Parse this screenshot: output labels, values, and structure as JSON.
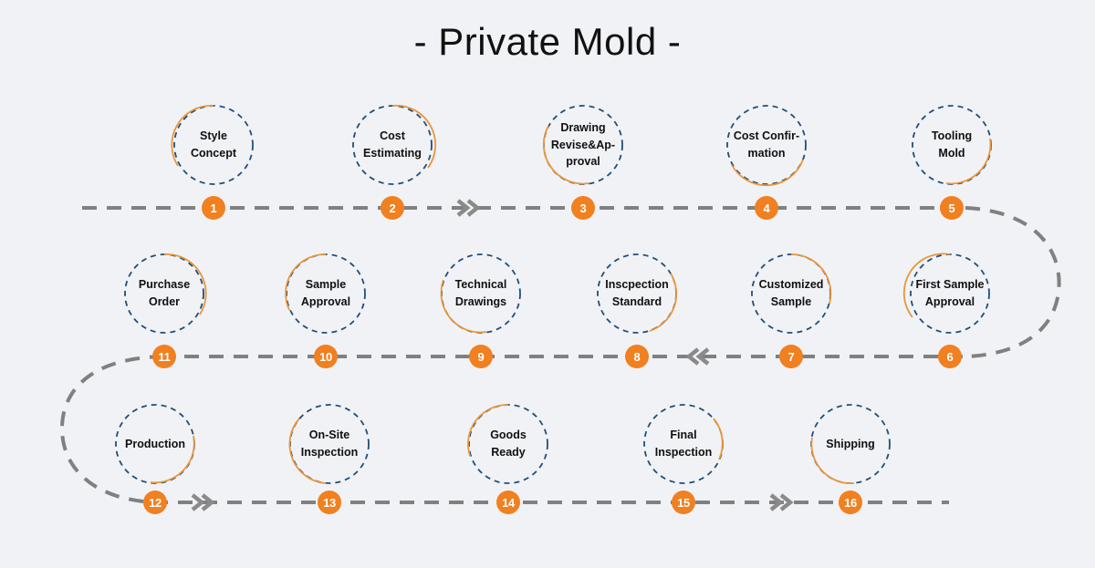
{
  "page": {
    "title": "- Private Mold -",
    "background_color": "#f1f2f6",
    "accent_color": "#f08020",
    "ring_color": "#1f4e79",
    "line_color": "#808080"
  },
  "flow": {
    "rows": [
      {
        "direction": "left-to-right",
        "nodes": [
          {
            "number": "1",
            "label": "Style\nConcept"
          },
          {
            "number": "2",
            "label": "Cost\nEstimating"
          },
          {
            "number": "3",
            "label": "Drawing\nRevise&Ap-\nproval"
          },
          {
            "number": "4",
            "label": "Cost Confir-\nmation"
          },
          {
            "number": "5",
            "label": "Tooling\nMold"
          }
        ]
      },
      {
        "direction": "right-to-left",
        "nodes": [
          {
            "number": "11",
            "label": "Purchase\nOrder"
          },
          {
            "number": "10",
            "label": "Sample\nApproval"
          },
          {
            "number": "9",
            "label": "Technical\nDrawings"
          },
          {
            "number": "8",
            "label": "Inscpection\nStandard"
          },
          {
            "number": "7",
            "label": "Customized\nSample"
          },
          {
            "number": "6",
            "label": "First Sample\nApproval"
          }
        ]
      },
      {
        "direction": "left-to-right",
        "nodes": [
          {
            "number": "12",
            "label": "Production"
          },
          {
            "number": "13",
            "label": "On-Site\nInspection"
          },
          {
            "number": "14",
            "label": "Goods\nReady"
          },
          {
            "number": "15",
            "label": "Final\nInspection"
          },
          {
            "number": "16",
            "label": "Shipping"
          }
        ]
      }
    ],
    "arrow_markers": [
      {
        "name": "chevron-right-row1",
        "direction": "right"
      },
      {
        "name": "chevron-left-row2",
        "direction": "left"
      },
      {
        "name": "chevron-right-row3-a",
        "direction": "right"
      },
      {
        "name": "chevron-right-row3-b",
        "direction": "right"
      }
    ]
  }
}
